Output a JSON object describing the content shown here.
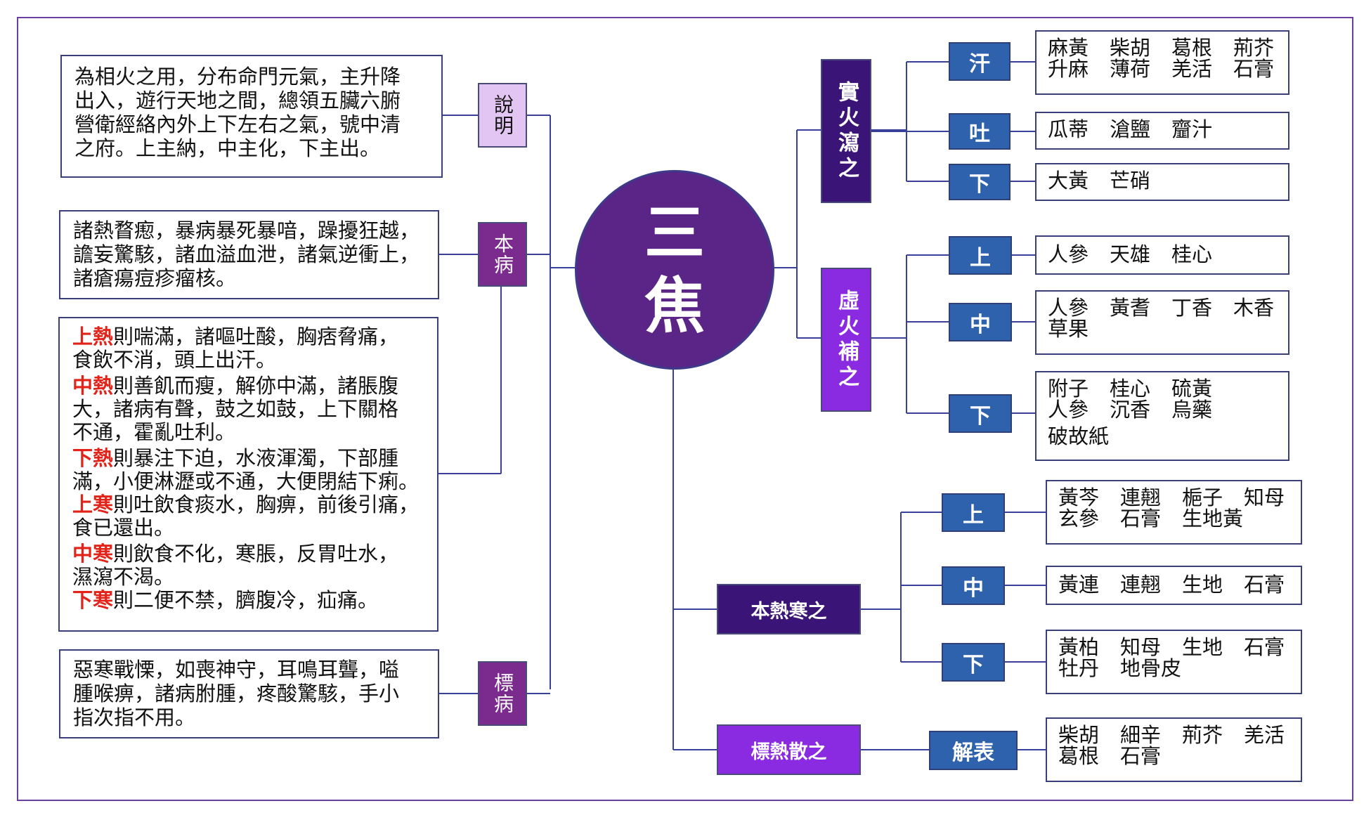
{
  "title": "三焦",
  "colors": {
    "border": "#6a3fa0",
    "wire": "#3a3f9a",
    "center_fill": "#5b2487",
    "label_light": "#e2c5f2",
    "label_plum": "#7b2a8d",
    "dark_indigo": "#3b1478",
    "violet": "#8a2be2",
    "chip_blue": "#2e62ad",
    "emphasis_red": "#e2231a"
  },
  "left": {
    "shuoming": {
      "label": "說明",
      "lines": [
        "為相火之用，分布命門元氣，主升降",
        "出入，遊行天地之間，總領五臟六腑",
        "營衛經絡內外上下左右之氣，號中清",
        "之府。上主納，中主化，下主出。"
      ]
    },
    "benbing": {
      "label": "本病",
      "lines": [
        "諸熱瞀瘛，暴病暴死暴喑，躁擾狂越，",
        "譫妄驚駭，諸血溢血泄，諸氣逆衝上，",
        "諸瘡瘍痘疹瘤核。"
      ],
      "details": [
        {
          "key": "上熱",
          "lines": [
            "則喘滿，諸嘔吐酸，胸痞脅痛，",
            "食飲不消，頭上出汗。"
          ]
        },
        {
          "key": "中熱",
          "lines": [
            "則善飢而瘦，解㑊中滿，諸脹腹",
            "大，諸病有聲，鼓之如鼓，上下關格",
            "不通，霍亂吐利。"
          ]
        },
        {
          "key": "下熱",
          "lines": [
            "則暴注下迫，水液渾濁，下部腫",
            "滿，小便淋瀝或不通，大便閉結下痢。"
          ]
        },
        {
          "key": "上寒",
          "lines": [
            "則吐飲食痰水，胸痹，前後引痛，",
            "食已還出。"
          ]
        },
        {
          "key": "中寒",
          "lines": [
            "則飲食不化，寒脹，反胃吐水，",
            "濕瀉不渴。"
          ]
        },
        {
          "key": "下寒",
          "lines": [
            "則二便不禁，臍腹冷，疝痛。"
          ]
        }
      ]
    },
    "biaobing": {
      "label": "標病",
      "lines": [
        "惡寒戰慄，如喪神守，耳鳴耳聾，嗌",
        "腫喉痹，諸病胕腫，疼酸驚駭，手小",
        "指次指不用。"
      ]
    }
  },
  "right": {
    "shihuo": {
      "label": "實火瀉之",
      "branches": [
        {
          "label": "汗",
          "rows": [
            [
              "麻黃",
              "柴胡",
              "葛根",
              "荊芥"
            ],
            [
              "升麻",
              "薄荷",
              "羌活",
              "石膏"
            ]
          ]
        },
        {
          "label": "吐",
          "rows": [
            [
              "瓜蒂",
              "滄鹽",
              "齏汁"
            ]
          ]
        },
        {
          "label": "下",
          "rows": [
            [
              "大黃",
              "芒硝"
            ]
          ]
        }
      ]
    },
    "xuhuo": {
      "label": "虛火補之",
      "branches": [
        {
          "label": "上",
          "rows": [
            [
              "人參",
              "天雄",
              "桂心"
            ]
          ]
        },
        {
          "label": "中",
          "rows": [
            [
              "人參",
              "黃耆",
              "丁香",
              "木香"
            ],
            [
              "草果"
            ]
          ]
        },
        {
          "label": "下",
          "rows": [
            [
              "附子",
              "桂心",
              "硫黃"
            ],
            [
              "人參",
              "沉香",
              "烏藥"
            ],
            [
              "破故紙"
            ]
          ]
        }
      ]
    },
    "benre": {
      "label": "本熱寒之",
      "branches": [
        {
          "label": "上",
          "rows": [
            [
              "黃芩",
              "連翹",
              "梔子",
              "知母"
            ],
            [
              "玄參",
              "石膏",
              "生地黃"
            ]
          ]
        },
        {
          "label": "中",
          "rows": [
            [
              "黃連",
              "連翹",
              "生地",
              "石膏"
            ]
          ]
        },
        {
          "label": "下",
          "rows": [
            [
              "黃柏",
              "知母",
              "生地",
              "石膏"
            ],
            [
              "牡丹",
              "地骨皮"
            ]
          ]
        }
      ]
    },
    "biaore": {
      "label": "標熱散之",
      "branches": [
        {
          "label": "解表",
          "rows": [
            [
              "柴胡",
              "細辛",
              "荊芥",
              "羌活"
            ],
            [
              "葛根",
              "石膏"
            ]
          ]
        }
      ]
    }
  }
}
